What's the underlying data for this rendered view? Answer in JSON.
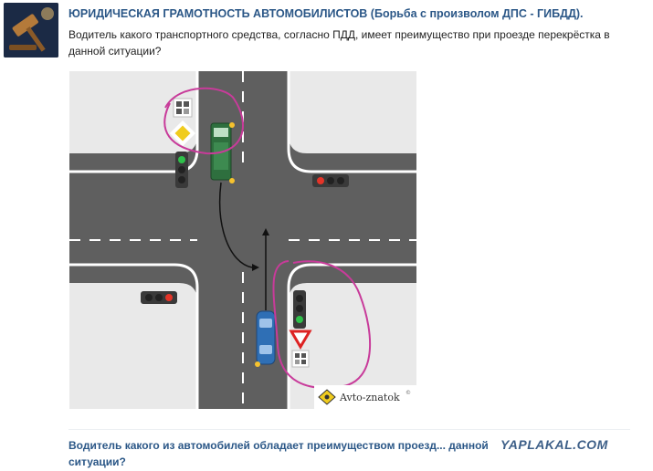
{
  "post": {
    "group_title": "ЮРИДИЧЕСКАЯ ГРАМОТНОСТЬ АВТОМОБИЛИСТОВ (Борьба с произволом ДПС - ГИБДД).",
    "question": "Водитель какого транспортного средства, согласно ПДД, имеет преимущество при проезде перекрёстка в данной ситуации?",
    "image_credit": "Avto-znatok",
    "image_credit_mark": "©"
  },
  "bottom": {
    "link_text": "Водитель какого из автомобилей обладает преимуществом проезд... данной ситуации?",
    "watermark": "YAPLAKAL.COM"
  },
  "colors": {
    "link": "#2b5787",
    "road": "#5f5f5f",
    "grass": "#e8e8e8",
    "bus": "#2e6f3e",
    "car": "#2f6fb5",
    "annotation": "#c83b9a"
  },
  "icons": [
    "gavel-icon",
    "main-road-sign-icon",
    "yield-sign-icon",
    "traffic-light-icon"
  ],
  "traffic_lights": {
    "top_left": "green",
    "top_right": "red",
    "bottom_left": "red",
    "bottom_right": "green"
  }
}
